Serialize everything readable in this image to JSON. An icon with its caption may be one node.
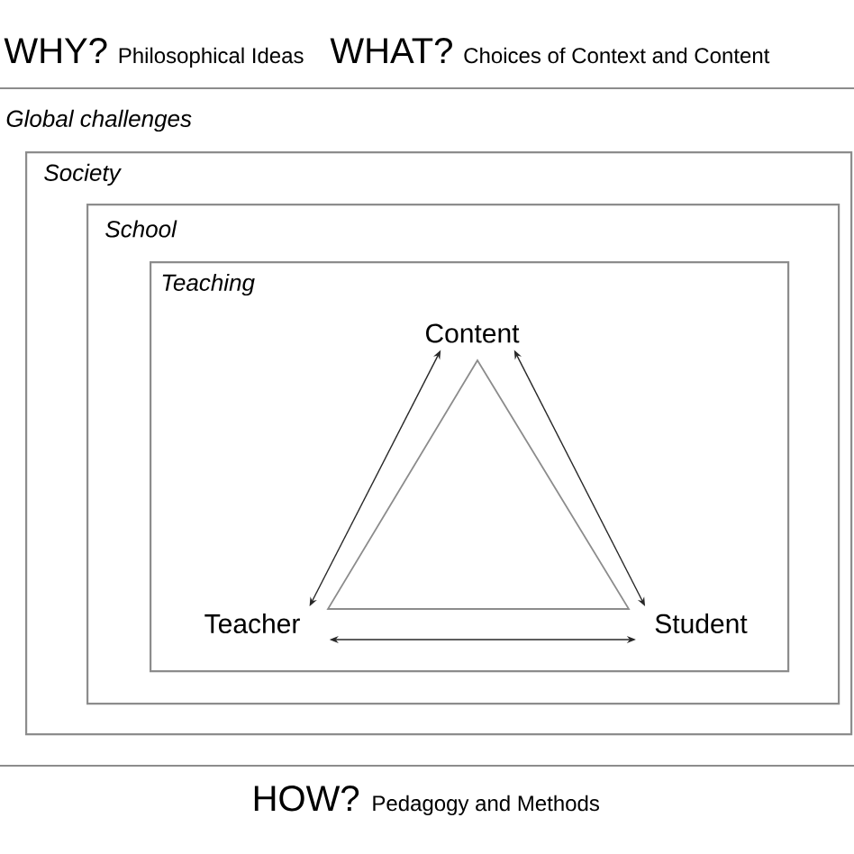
{
  "diagram": {
    "nodes": [
      {
        "text": [
          "Global challenges"
        ]
      },
      {
        "text": [
          "Society"
        ],
        "in": 0
      },
      {
        "text": [
          "School"
        ],
        "in": 1
      },
      {
        "text": [
          "Teaching"
        ],
        "in": 2
      },
      {
        "text": [
          "Content"
        ],
        "in": 3
      },
      {
        "text": [
          "Teacher"
        ],
        "in": 3
      },
      {
        "text": [
          "Student"
        ],
        "in": 3
      }
    ],
    "edges": [
      {
        "from": 5,
        "to": 4,
        "arrow": "both"
      },
      {
        "from": 4,
        "to": 6,
        "arrow": "both"
      },
      {
        "from": 5,
        "to": 6,
        "arrow": "both"
      }
    ],
    "labels": [
      "WHY?",
      "Philosophical Ideas",
      "WHAT?",
      "Choices of Context and Content",
      "HOW?",
      "Pedagogy and Methods"
    ]
  }
}
